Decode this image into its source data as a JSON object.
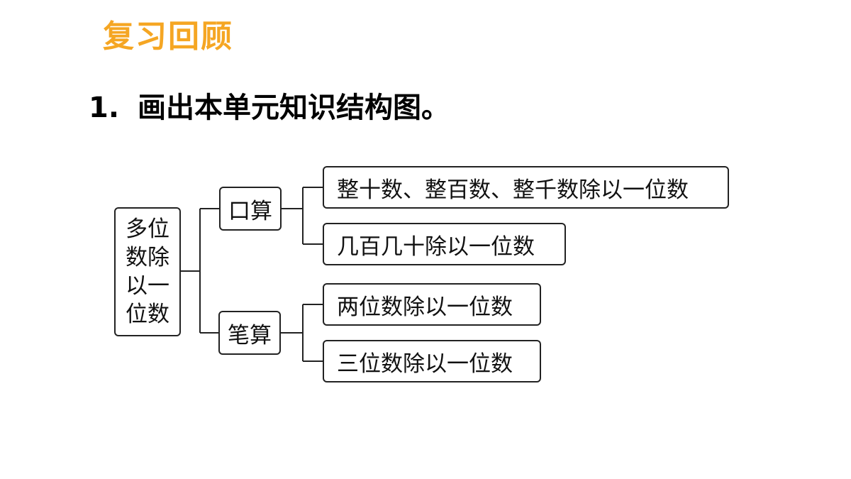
{
  "header": {
    "title": "复习回顾"
  },
  "question": {
    "number": "1.",
    "text": "画出本单元知识结构图。"
  },
  "diagram": {
    "root": "多位数除以一位数",
    "branches": [
      {
        "label": "口算",
        "children": [
          "整十数、整百数、整千数除以一位数",
          "几百几十除以一位数"
        ]
      },
      {
        "label": "笔算",
        "children": [
          "两位数除以一位数",
          "三位数除以一位数"
        ]
      }
    ]
  },
  "colors": {
    "title": "#f5a623",
    "line": "#222222"
  }
}
